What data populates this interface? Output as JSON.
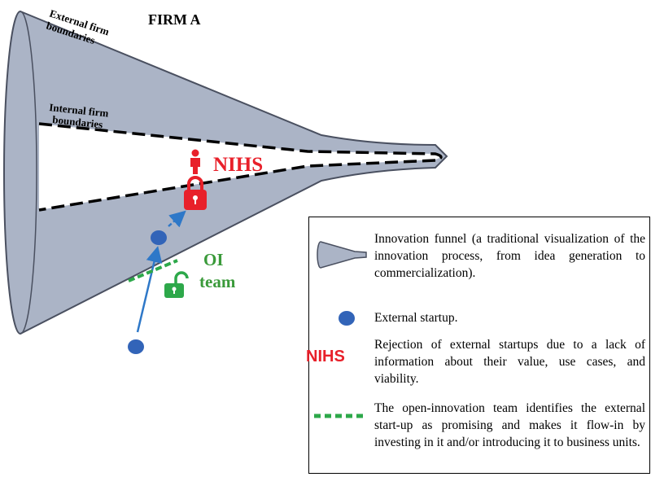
{
  "labels": {
    "title": "FIRM A",
    "external_boundary_line1": "External firm",
    "external_boundary_line2": "boundaries",
    "internal_boundary_line1": "Internal firm",
    "internal_boundary_line2": "boundaries",
    "nihs": "NIHS",
    "oi_line1": "OI",
    "oi_line2": "team"
  },
  "legend": {
    "funnel_text": "Innovation funnel (a traditional visualization of the innovation process, from idea generation to commercialization).",
    "startup_text": "External startup.",
    "nihs_label": "NIHS",
    "nihs_text": "Rejection of external startups due to a lack of information about their value, use cases, and viability.",
    "oi_text": "The open-innovation team identifies the external start-up as promising and makes it flow-in by investing in it and/or introducing it to business units."
  },
  "colors": {
    "funnel_fill": "#abb4c6",
    "funnel_stroke": "#4a5060",
    "startup_blue": "#3264b8",
    "arrow_blue": "#2e78c8",
    "nihs_red": "#e8202a",
    "oi_green": "#2da84a",
    "oi_text_green": "#3a9a3a"
  },
  "icons": [
    "person-icon",
    "locked-padlock-icon",
    "unlocked-padlock-icon",
    "funnel-icon",
    "startup-dot-icon"
  ]
}
